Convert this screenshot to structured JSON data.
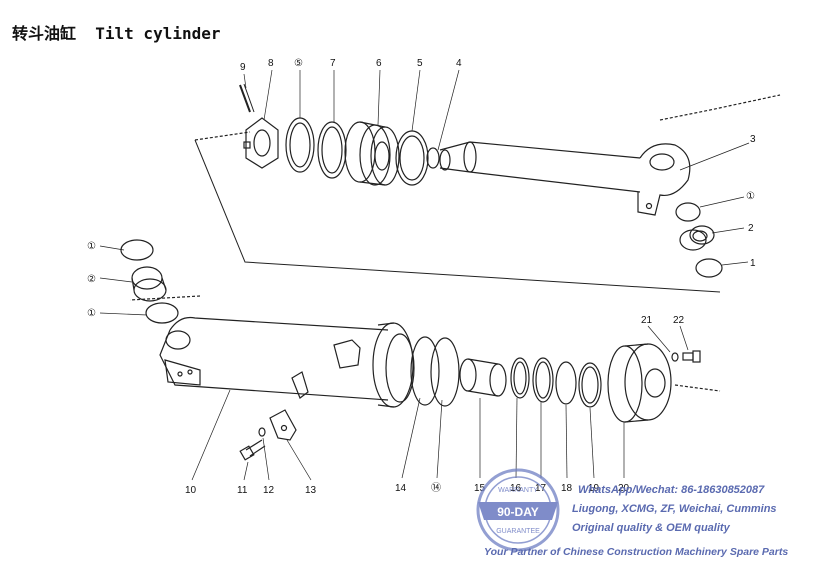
{
  "title": "转斗油缸  Tilt cylinder",
  "callouts": {
    "c9": "9",
    "c8": "8",
    "c5c": "⑤",
    "c7": "7",
    "c6": "6",
    "c5": "5",
    "c4": "4",
    "c3": "3",
    "c1c_right_top": "①",
    "c2_right": "2",
    "c1_right": "1",
    "c1c_left_top": "①",
    "c2c_left": "②",
    "c1c_left_bottom": "①",
    "c21": "21",
    "c22": "22",
    "c10": "10",
    "c11": "11",
    "c12": "12",
    "c13": "13",
    "c14": "14",
    "c14c": "⑭",
    "c15": "15",
    "c16": "16",
    "c17": "17",
    "c18": "18",
    "c19": "19",
    "c20": "20"
  },
  "watermark": {
    "badge_top": "WARRANTY",
    "badge_mid": "90-DAY",
    "badge_bottom": "GUARANTEE",
    "line1": "WhatsApp/Wechat: 86-18630852087",
    "line2": "Liugong, XCMG, ZF, Weichai, Cummins",
    "line3": "Original quality & OEM quality",
    "line4": "Your Partner of Chinese Construction Machinery Spare Parts"
  }
}
